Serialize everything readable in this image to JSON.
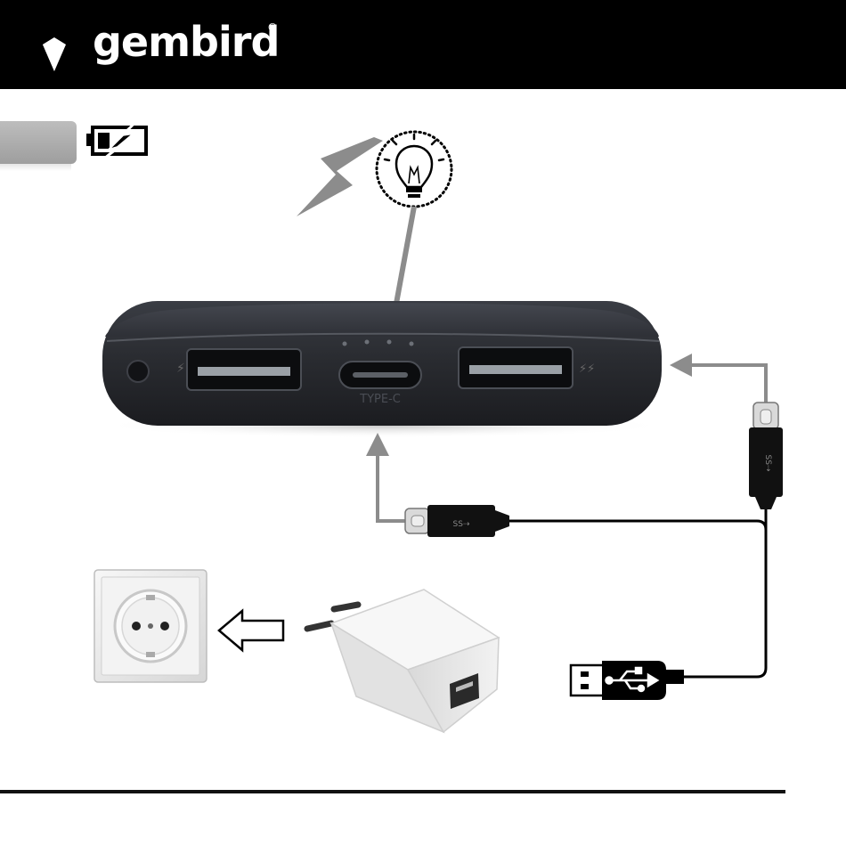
{
  "brand": {
    "name": "gembird",
    "registered_mark": "®"
  },
  "section": {
    "icon": "battery-charging-icon"
  },
  "indicator": {
    "icons": [
      "lightning-icon",
      "light-bulb-icon"
    ]
  },
  "powerbank": {
    "port_label": "TYPE-C",
    "led_count": 4
  },
  "icons": {
    "wall_socket": "wall-socket-icon",
    "charger": "usb-wall-charger-icon",
    "arrow": "left-arrow-icon",
    "usb_a_plug": "usb-a-plug-icon",
    "usb_c_plug": "usb-c-plug-icon"
  },
  "colors": {
    "header": "#000000",
    "tab": "#a8a8a8",
    "arrow": "#8c8c8c",
    "cable": "#000000"
  }
}
